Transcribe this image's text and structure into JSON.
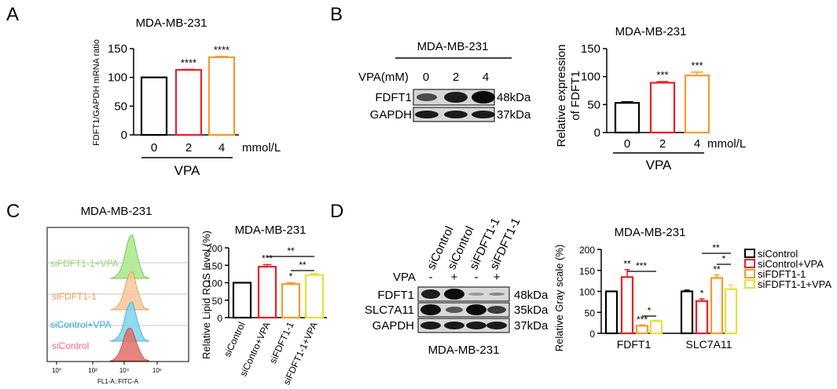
{
  "panels": {
    "A": "A",
    "B": "B",
    "C": "C",
    "D": "D"
  },
  "colors": {
    "black": "#000000",
    "red": "#e8202a",
    "orange": "#f29b30",
    "yellow": "#e2e23a",
    "green": "#8fdc6a",
    "peach": "#f2b57b",
    "cyan": "#5ecbe8",
    "pink": "#ef6d8a"
  },
  "chart_data": [
    {
      "panel": "A",
      "type": "bar",
      "title": "MDA-MB-231",
      "ylabel": "FDFT1/GAPDH mRNA ratio",
      "xlabel": "VPA",
      "unit": "mmol/L",
      "categories": [
        "0",
        "2",
        "4"
      ],
      "values": [
        100,
        113,
        135
      ],
      "errors": [
        0,
        1,
        1.5
      ],
      "ylim": [
        0,
        150
      ],
      "yticks": [
        "0",
        "50",
        "100",
        "150"
      ],
      "significance": [
        "",
        "****",
        "****"
      ]
    },
    {
      "panel": "B",
      "type": "bar",
      "title": "MDA-MB-231",
      "ylabel": [
        "Relative expression",
        "of FDFT1"
      ],
      "xlabel": "VPA",
      "unit": "mmol/L",
      "categories": [
        "0",
        "2",
        "4"
      ],
      "values": [
        53,
        89,
        102
      ],
      "errors": [
        2,
        2,
        6
      ],
      "ylim": [
        0,
        150
      ],
      "yticks": [
        "0",
        "50",
        "100",
        "150"
      ],
      "significance": [
        "",
        "***",
        "***"
      ]
    },
    {
      "panel": "C",
      "type": "bar",
      "title": "MDA-MB-231",
      "ylabel": "Relative Lipid ROS level (%)",
      "categories": [
        "siControl",
        "siContro+VPA",
        "siFDFT1-1",
        "siFDFT1-1+VPA"
      ],
      "values": [
        100,
        146,
        96,
        122
      ],
      "errors": [
        0,
        6,
        4,
        4
      ],
      "ylim": [
        0,
        200
      ],
      "yticks": [
        "0",
        "50",
        "100",
        "150",
        "200"
      ],
      "significance": [
        "",
        "***",
        "*",
        ""
      ],
      "brackets": [
        "**",
        "**"
      ]
    },
    {
      "panel": "D",
      "type": "bar",
      "title": "MDA-MB-231",
      "ylabel": "Relative Gray scale (%)",
      "categories": [
        "FDFT1",
        "SLC7A11"
      ],
      "ylim": [
        0,
        200
      ],
      "yticks": [
        "0",
        "50",
        "100",
        "150",
        "200"
      ],
      "series": [
        {
          "name": "siControl",
          "values": [
            100,
            100
          ],
          "errors": [
            0,
            3
          ]
        },
        {
          "name": "siControl+VPA",
          "values": [
            134,
            77
          ],
          "errors": [
            18,
            5
          ]
        },
        {
          "name": "siFDFT1-1",
          "values": [
            18,
            132
          ],
          "errors": [
            2,
            7
          ]
        },
        {
          "name": "siFDFT1-1+VPA",
          "values": [
            29,
            105
          ],
          "errors": [
            2,
            10
          ]
        }
      ],
      "significance": [
        [
          "",
          "**",
          "***",
          ""
        ],
        [
          "",
          "*",
          "**",
          ""
        ]
      ],
      "brackets": [
        "***",
        "*",
        "**",
        "*"
      ]
    }
  ],
  "blotB": {
    "title": "MDA-MB-231",
    "treatment": "VPA(mM)",
    "lanes": [
      "0",
      "2",
      "4"
    ],
    "rows": [
      {
        "label": "FDFT1",
        "size": "48kDa"
      },
      {
        "label": "GAPDH",
        "size": "37kDa"
      }
    ]
  },
  "blotD": {
    "caption": "MDA-MB-231",
    "treatment": "VPA",
    "lanes": [
      "siControl",
      "siControl",
      "siFDFT1-1",
      "siFDFT1-1"
    ],
    "vpa_marks": [
      "-",
      "+",
      "-",
      "+"
    ],
    "rows": [
      {
        "label": "FDFT1",
        "size": "48kDa"
      },
      {
        "label": "SLC7A11",
        "size": "35kDa"
      },
      {
        "label": "GAPDH",
        "size": "37kDa"
      }
    ]
  },
  "flowC": {
    "title": "MDA-MB-231",
    "tracks": [
      "siFDFT1-1+VPA",
      "siFDFT1-1",
      "siControl+VPA",
      "siControl"
    ],
    "xticks": [
      "10⁰",
      "10²",
      "10⁴",
      "10⁶"
    ],
    "xlabel": "FL1-A::FITC-A"
  }
}
